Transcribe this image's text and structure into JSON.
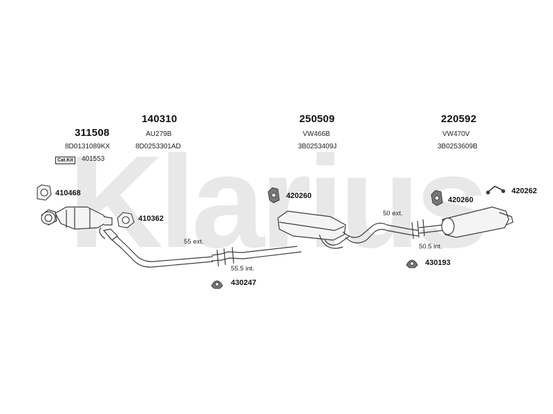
{
  "watermark": "Klarius",
  "groups": [
    {
      "part": "311508",
      "code": "",
      "ref": "8D0131089KX"
    },
    {
      "part": "140310",
      "code": "AU279B",
      "ref": "8D0253301AD"
    },
    {
      "part": "250509",
      "code": "VW466B",
      "ref": "3B0253409J"
    },
    {
      "part": "220592",
      "code": "VW470V",
      "ref": "3B0253609B"
    }
  ],
  "cat_kit": {
    "label": "Cat.Kit",
    "number": "401553"
  },
  "fittings": [
    "410468",
    "410362",
    "420260",
    "420260",
    "420262",
    "430193",
    "430247"
  ],
  "notes": [
    "55 ext.",
    "55.5 int.",
    "50 ext.",
    "50.5 int."
  ],
  "colors": {
    "watermark": "#e8e8e8",
    "line": "#3a3a3a",
    "fill": "#f4f4f4"
  }
}
